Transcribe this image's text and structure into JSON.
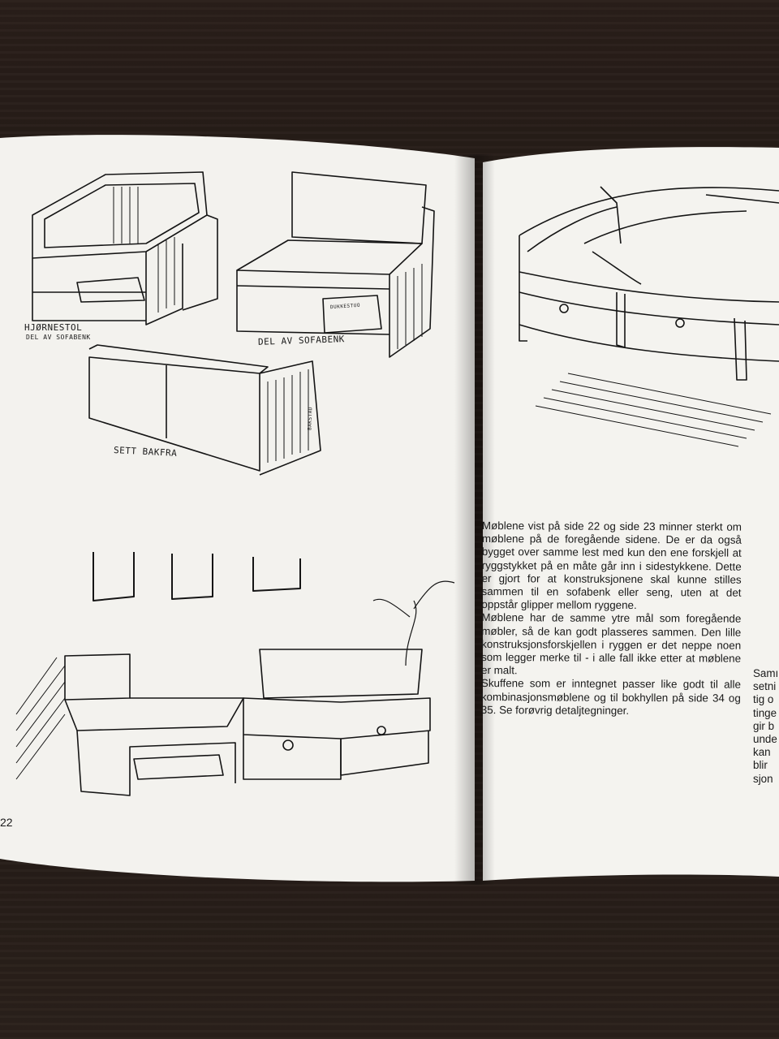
{
  "scene": {
    "description_free": true
  },
  "left_page": {
    "captions": {
      "corner_chair": "HJØRNESTOL",
      "corner_chair_sub": "DEL AV SOFABENK",
      "sofa_part": "DEL AV SOFABENK",
      "from_behind": "SETT BAKFRA",
      "book_spine": "DUKKESTUO",
      "signature": "BAKSTAD"
    },
    "page_number": "22"
  },
  "right_page": {
    "paragraphs": [
      "Møblene vist på side 22 og side 23 minner sterkt om møblene på de foregående sidene. De er da også bygget over samme lest med kun den ene forskjell at ryggstykket på en måte går inn i sidestykkene. Dette er gjort for at konstruksjonene skal kunne stilles sammen til en sofabenk eller seng, uten at det oppstår glipper mellom ryggene.",
      "Møblene har de samme ytre mål som foregående møbler, så de kan godt plasseres sammen. Den lille konstruksjonsforskjellen i ryggen er det neppe noen som legger merke til - i alle fall ikke etter at møblene er malt.",
      "Skuffene som er inntegnet passer like godt til alle kombinasjonsmøblene og til bokhyllen på side 34 og 35. Se forøvrig detaljtegninger."
    ],
    "next_column_fragments": [
      "Samı",
      "setni",
      "tig o",
      "tinge",
      "gir b",
      "unde",
      "kan",
      "blir",
      "sjon"
    ]
  }
}
